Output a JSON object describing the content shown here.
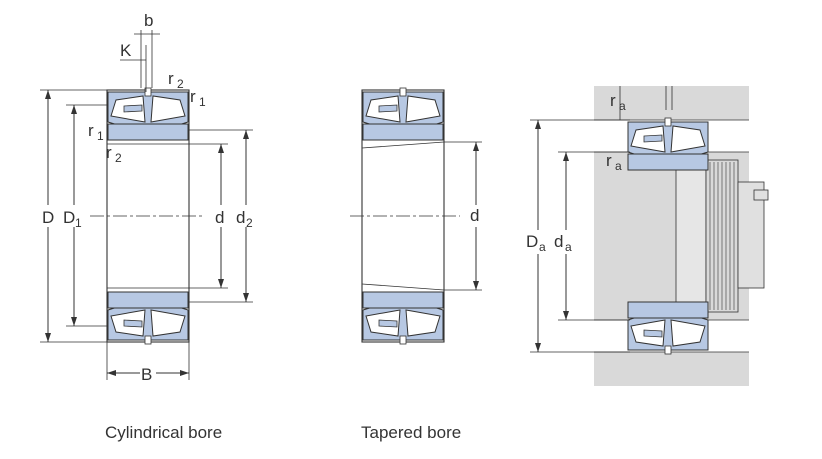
{
  "colors": {
    "bearing_fill": "#b7c8e3",
    "roller_fill": "#ffffff",
    "housing_fill": "#d9d9d9",
    "line": "#333333"
  },
  "cylindrical": {
    "caption": "Cylindrical bore",
    "labels": {
      "b": "b",
      "K": "K",
      "r2_top": "r",
      "r2_top_sub": "2",
      "r1_top": "r",
      "r1_top_sub": "1",
      "r1_left": "r",
      "r1_left_sub": "1",
      "r2_left": "r",
      "r2_left_sub": "2",
      "D": "D",
      "D1": "D",
      "D1_sub": "1",
      "d": "d",
      "d2": "d",
      "d2_sub": "2",
      "B": "B"
    }
  },
  "tapered": {
    "caption": "Tapered bore",
    "labels": {
      "d": "d"
    }
  },
  "mounted": {
    "labels": {
      "ra_top": "r",
      "ra_top_sub": "a",
      "ra_mid": "r",
      "ra_mid_sub": "a",
      "Da": "D",
      "Da_sub": "a",
      "da": "d",
      "da_sub": "a"
    }
  }
}
